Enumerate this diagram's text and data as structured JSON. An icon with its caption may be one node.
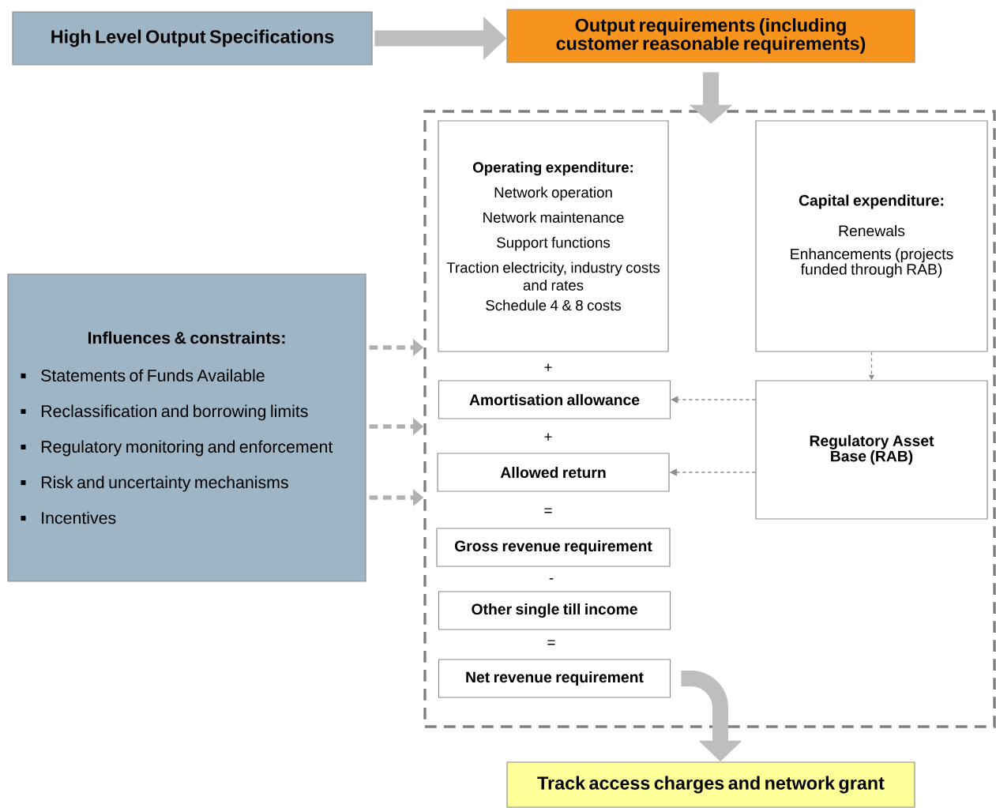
{
  "diagram": {
    "nodes": [
      {
        "text": [
          "High Level Output Specifications"
        ]
      },
      {
        "text": [
          "Output requirements (including customer reasonable requirements)"
        ]
      },
      {
        "text": [],
        "shape": "box"
      },
      {
        "text": [
          "Operating expenditure:",
          "Network operation",
          "Network maintenance",
          "Support functions",
          "Traction electricity, industry costs and rates",
          "Schedule 4 & 8 costs"
        ],
        "in": 2
      },
      {
        "text": [
          "Capital expenditure:",
          "Renewals",
          "Enhancements (projects funded through RAB)"
        ],
        "in": 2
      },
      {
        "text": [
          "Amortisation allowance"
        ],
        "in": 2
      },
      {
        "text": [
          "Regulatory Asset Base (RAB)"
        ],
        "in": 2
      },
      {
        "text": [
          "Allowed return"
        ],
        "in": 2
      },
      {
        "text": [
          "Gross revenue requirement"
        ],
        "in": 2
      },
      {
        "text": [
          "Other single till income"
        ],
        "in": 2
      },
      {
        "text": [
          "Net revenue requirement"
        ],
        "in": 2
      },
      {
        "text": [
          "Influences & constraints:",
          "Statements of Funds Available",
          "Reclassification and borrowing limits",
          "Regulatory monitoring and enforcement",
          "Risk and uncertainty mechanisms",
          "Incentives"
        ]
      },
      {
        "text": [
          "Track access charges and network grant"
        ]
      }
    ],
    "edges": [
      {
        "from": 0,
        "to": 1,
        "arrow": "to",
        "style": "thick"
      },
      {
        "from": 1,
        "to": 2,
        "arrow": "to",
        "style": "thick"
      },
      {
        "from": 11,
        "to": 2,
        "arrow": "to",
        "style": "dashed"
      },
      {
        "from": 11,
        "to": 2,
        "arrow": "to",
        "style": "dashed"
      },
      {
        "from": 11,
        "to": 2,
        "arrow": "to",
        "style": "dashed"
      },
      {
        "from": 4,
        "to": 6,
        "arrow": "to",
        "style": "dashed"
      },
      {
        "from": 6,
        "to": 5,
        "arrow": "to",
        "style": "dashed"
      },
      {
        "from": 6,
        "to": 7,
        "arrow": "to",
        "style": "dashed"
      },
      {
        "from": 10,
        "to": 12,
        "arrow": "to",
        "style": "thick"
      }
    ],
    "labels": [
      "+",
      "+",
      "=",
      "-",
      "="
    ]
  }
}
